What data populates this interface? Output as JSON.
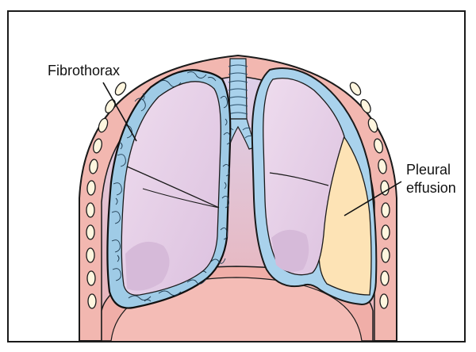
{
  "labels": {
    "fibrothorax": "Fibrothorax",
    "pleural_effusion_line1": "Pleural",
    "pleural_effusion_line2": "effusion"
  },
  "colors": {
    "frame_border": "#1a1a1a",
    "chest_wall": "#f2b7b0",
    "ribs": "#fff6df",
    "mediastinum": "#e9b1b7",
    "lung": "#e6cfe6",
    "lung_shadow": "#d2b4d6",
    "pleura": "#a9d2ec",
    "trachea": "#a9d2ec",
    "effusion_fluid": "#fde3b5",
    "diaphragm": "#f0aea8",
    "outline": "#1a1a1a"
  }
}
